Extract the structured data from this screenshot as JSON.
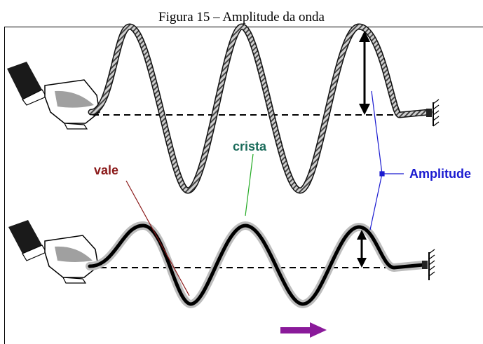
{
  "caption": "Figura 15 – Amplitude da onda",
  "labels": {
    "vale": "vale",
    "crista": "crista",
    "amplitude": "Amplitude"
  },
  "colors": {
    "vale": "#8b1a1a",
    "crista": "#1a6b5a",
    "amplitude": "#1a1ad0",
    "arrow": "#8a1a9a",
    "crista_line": "#22aa22"
  }
}
